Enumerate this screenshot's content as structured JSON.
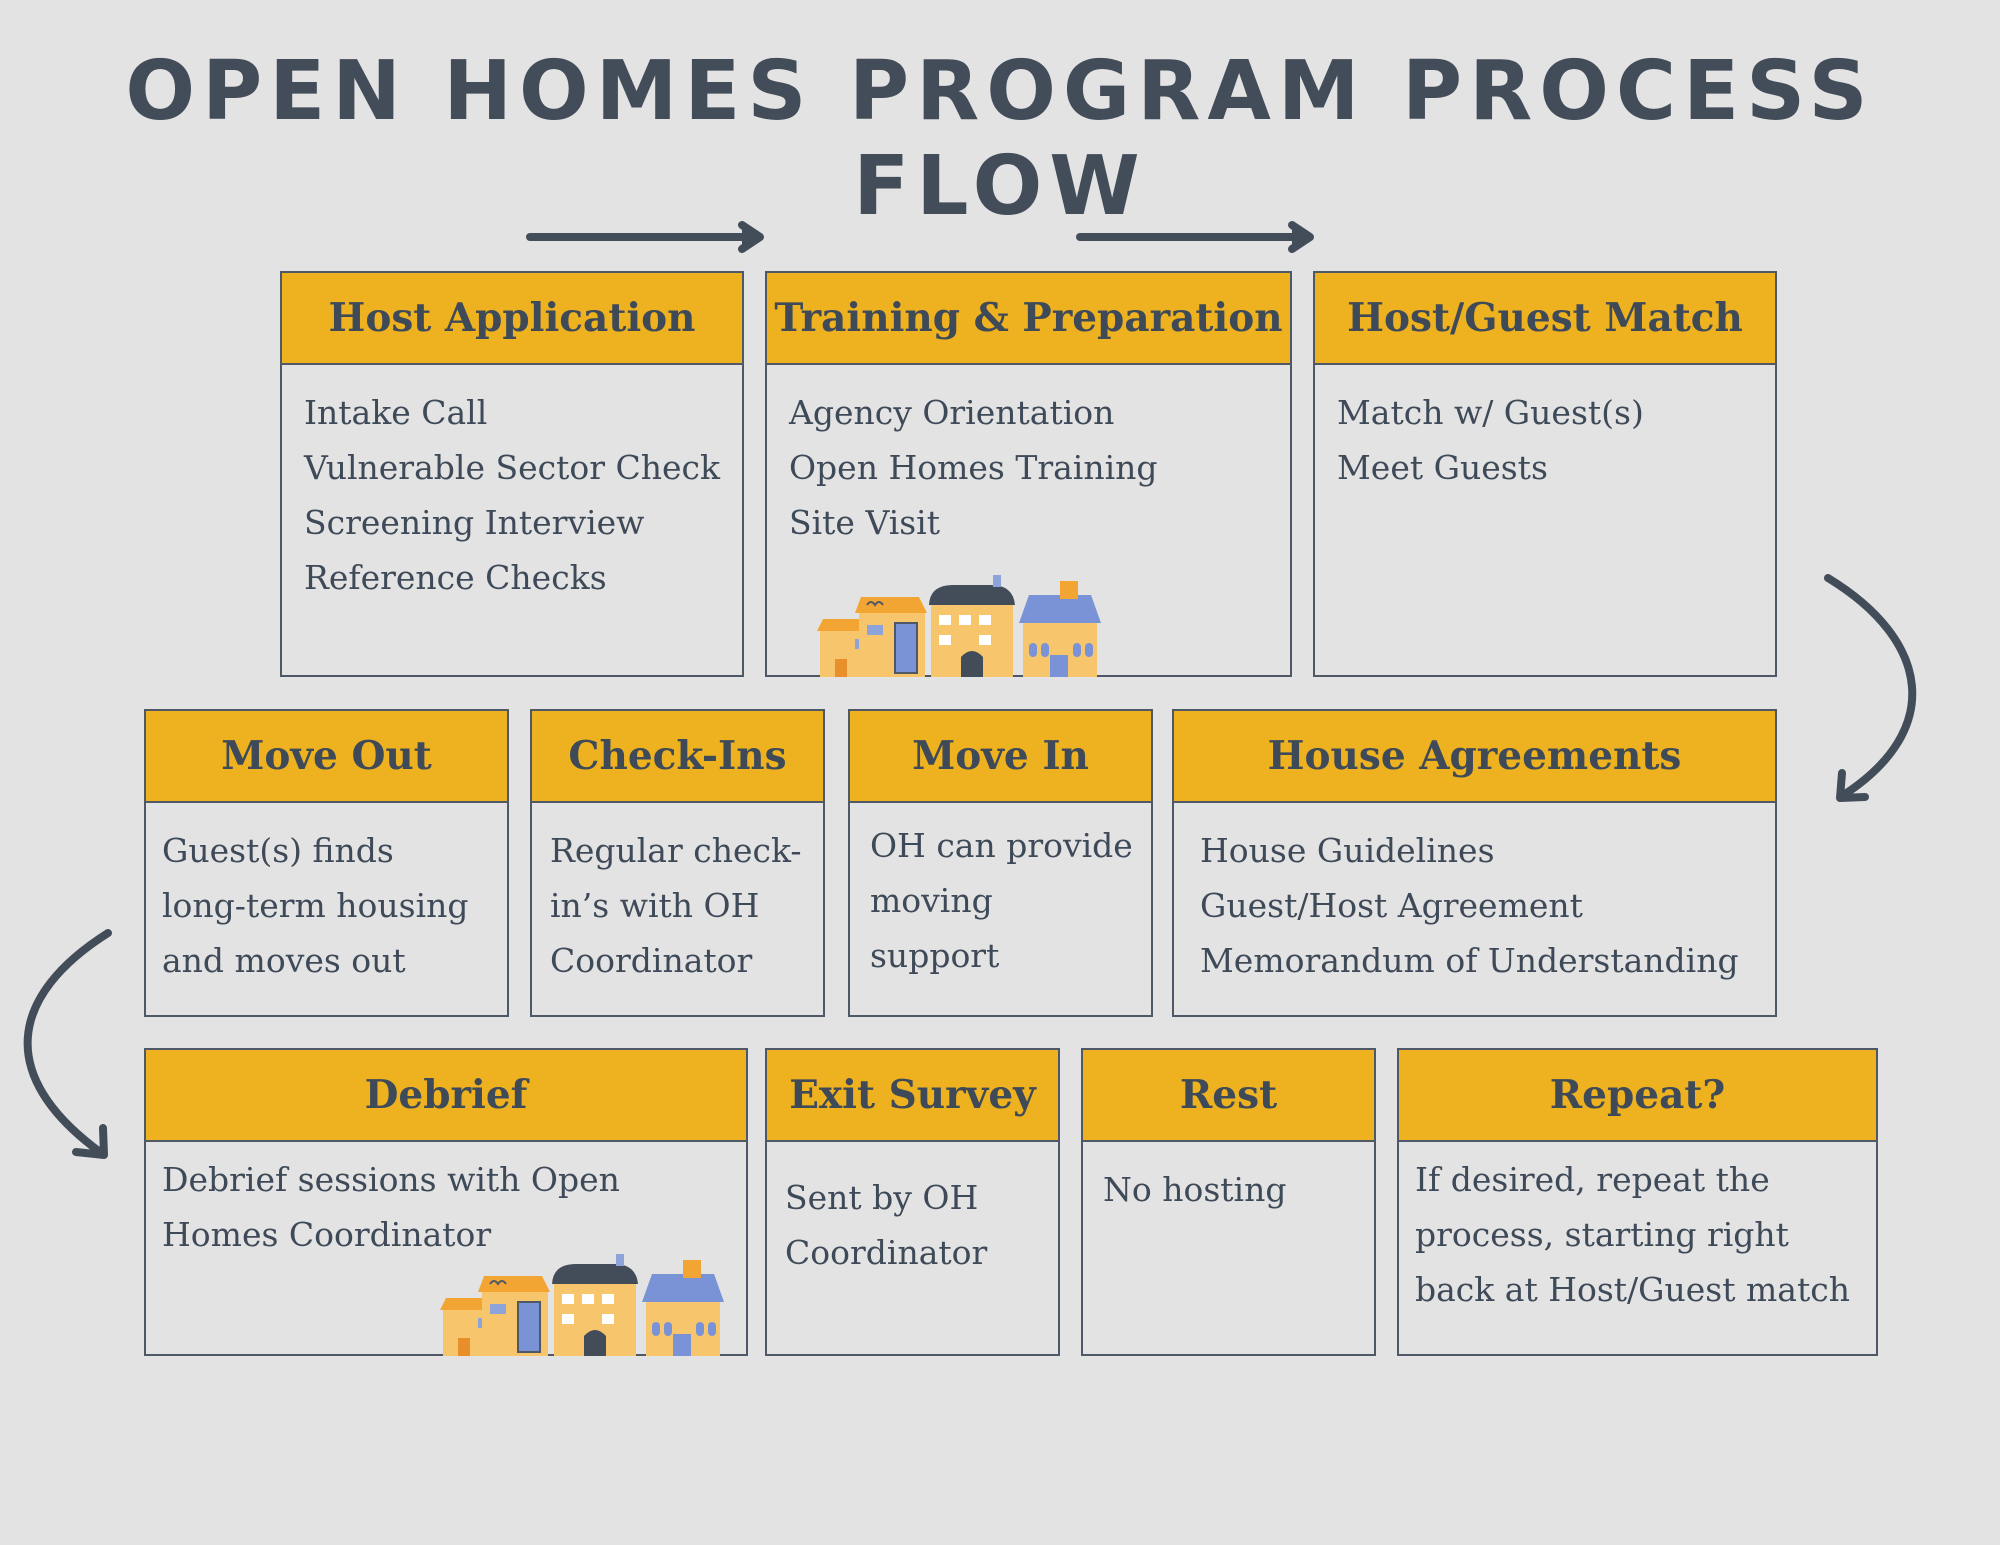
{
  "title": "OPEN HOMES PROGRAM PROCESS FLOW",
  "colors": {
    "background": "#e3e3e3",
    "header": "#eeb11f",
    "text": "#3f4a59",
    "border": "#4f5866",
    "arrow": "#434d5a"
  },
  "steps": {
    "host_application": {
      "heading": "Host Application",
      "items": [
        "Intake Call",
        "Vulnerable Sector Check",
        "Screening Interview",
        "Reference Checks"
      ]
    },
    "training": {
      "heading": "Training & Preparation",
      "items": [
        "Agency Orientation",
        "Open Homes Training",
        "Site Visit"
      ]
    },
    "match": {
      "heading": "Host/Guest Match",
      "items": [
        "Match w/ Guest(s)",
        "Meet Guests"
      ]
    },
    "move_out": {
      "heading": "Move Out",
      "lines": [
        "Guest(s) finds",
        "long-term housing",
        "and moves out"
      ]
    },
    "check_ins": {
      "heading": "Check-Ins",
      "lines": [
        "Regular check-",
        "in’s with OH",
        "Coordinator"
      ]
    },
    "move_in": {
      "heading": "Move In",
      "lines": [
        "OH can provide",
        "moving",
        "support"
      ]
    },
    "house_agreements": {
      "heading": "House Agreements",
      "items": [
        "House Guidelines",
        "Guest/Host Agreement",
        "Memorandum of Understanding"
      ]
    },
    "debrief": {
      "heading": "Debrief",
      "lines": [
        "Debrief sessions with Open",
        "Homes Coordinator"
      ]
    },
    "exit_survey": {
      "heading": "Exit Survey",
      "lines": [
        "Sent by OH",
        "Coordinator"
      ]
    },
    "rest": {
      "heading": "Rest",
      "lines": [
        "No hosting"
      ]
    },
    "repeat": {
      "heading": "Repeat?",
      "lines": [
        "If desired, repeat the",
        "process, starting right",
        "back at Host/Guest match"
      ]
    }
  }
}
